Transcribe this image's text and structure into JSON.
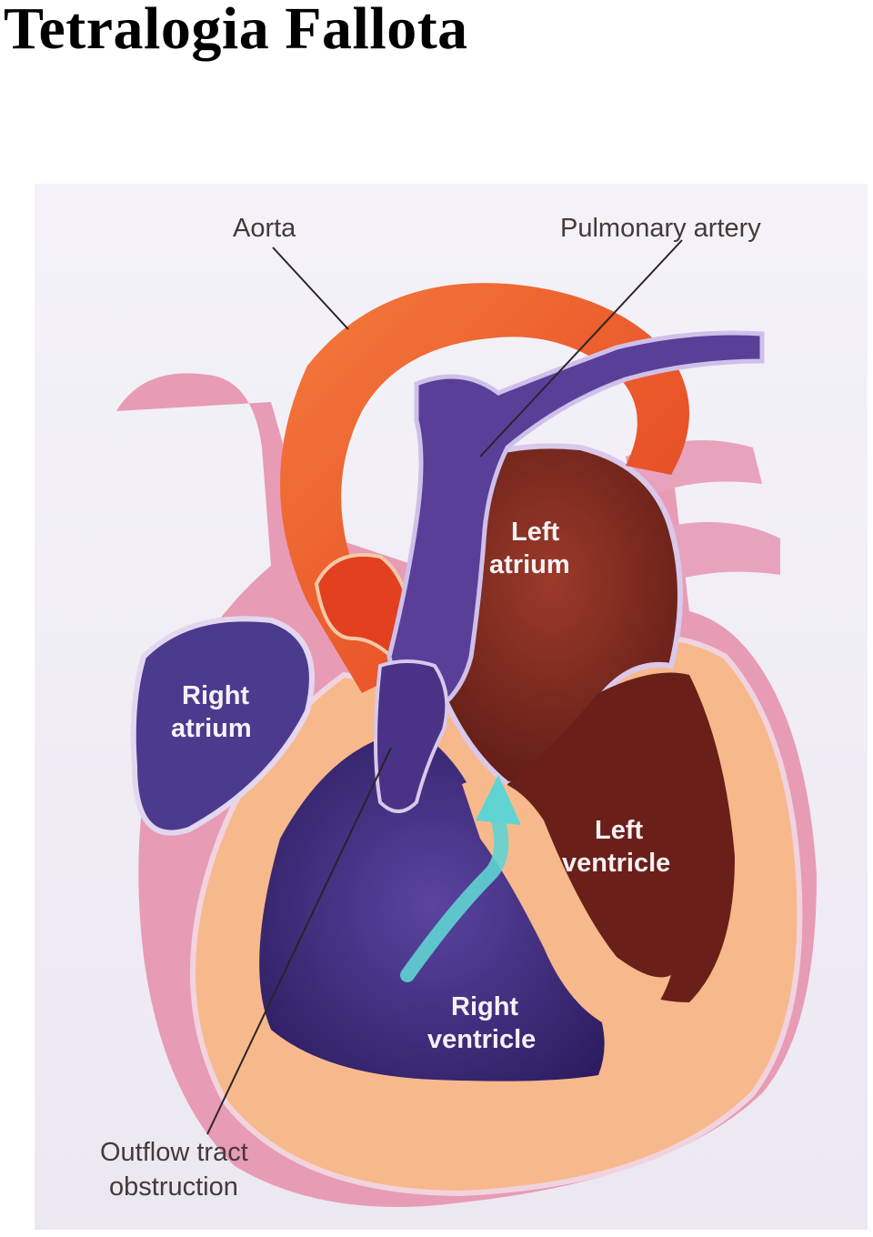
{
  "page": {
    "title": "Tetralogia Fallota"
  },
  "diagram": {
    "labels": {
      "aorta": "Aorta",
      "pulmonary_artery": "Pulmonary artery",
      "left_atrium_1": "Left",
      "left_atrium_2": "atrium",
      "right_atrium_1": "Right",
      "right_atrium_2": "atrium",
      "left_ventricle_1": "Left",
      "left_ventricle_2": "ventricle",
      "right_ventricle_1": "Right",
      "right_ventricle_2": "ventricle",
      "outflow_1": "Outflow tract",
      "outflow_2": "obstruction"
    },
    "colors": {
      "background": "#f1eef6",
      "aorta": "#ef5a2a",
      "pulmonary": "#5a3f99",
      "right_chambers": "#3f2a78",
      "left_chambers": "#7a2a22",
      "myocardium": "#f7b98c",
      "pericardium": "#e89bb4",
      "shunt_arrow": "#5fd4d2"
    }
  }
}
